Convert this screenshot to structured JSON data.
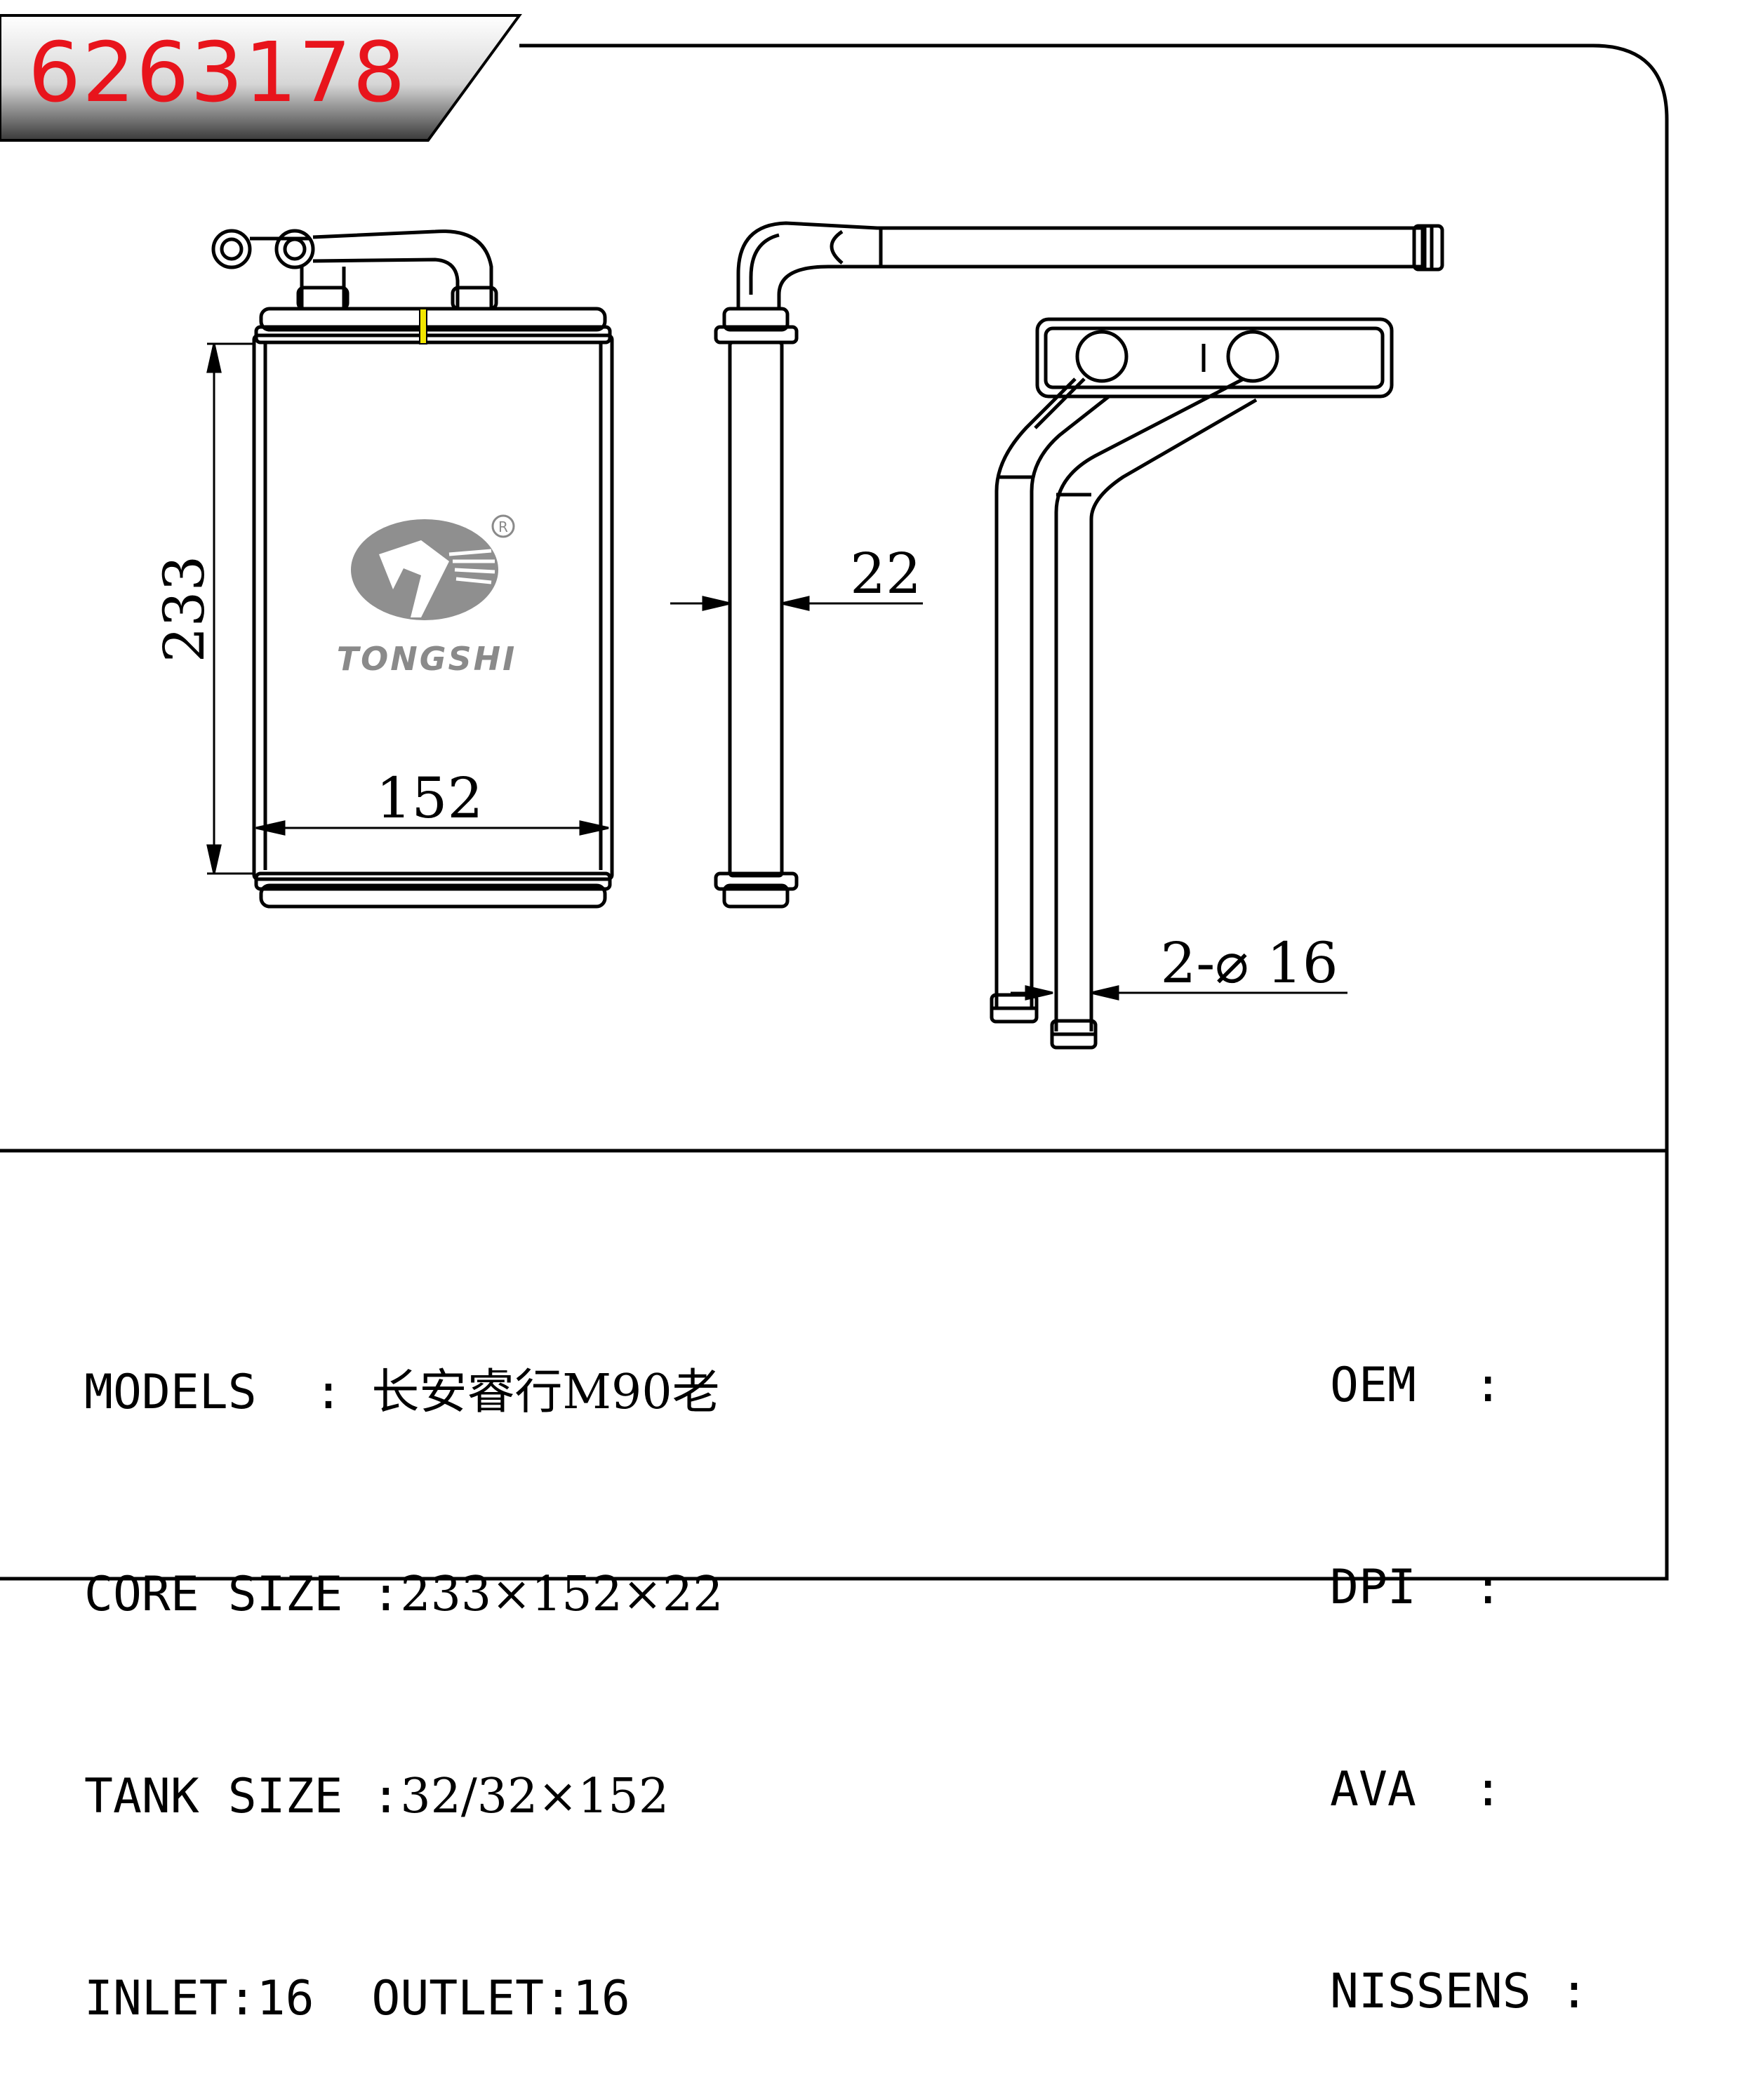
{
  "part_number": "6263178",
  "logo": {
    "brand": "TONGSHI",
    "registered_mark": "R"
  },
  "dimensions": {
    "height": "233",
    "width": "152",
    "thickness": "22",
    "pipe": "2-⌀ 16"
  },
  "specs": {
    "models_label": "MODELS  :",
    "models_value": "长安睿行M90老",
    "core_label": "CORE SIZE :",
    "core_value": "233×152×22",
    "tank_label": "TANK SIZE :",
    "tank_value": "32/32×152",
    "inlet_outlet": "INLET:16  OUTLET:16"
  },
  "references": {
    "oem": "OEM  :",
    "dpi": "DPI  :",
    "ava": "AVA  :",
    "nissens": "NISSENS :"
  },
  "colors": {
    "part_number": "#e8141c",
    "line": "#000000",
    "logo": "#8a8a8a"
  }
}
